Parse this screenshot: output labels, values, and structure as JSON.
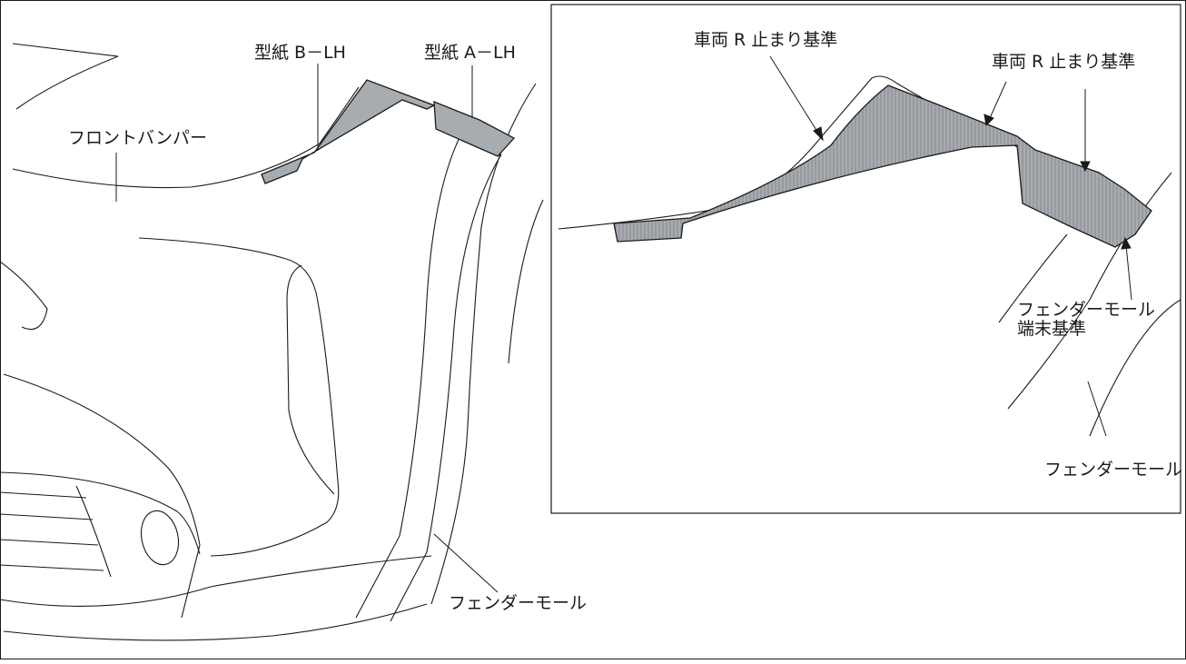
{
  "labels": {
    "front_bumper": "フロントバンパー",
    "template_b": "型紙 B－LH",
    "template_a": "型紙 A－LH",
    "fender_molding_main": "フェンダーモール",
    "vehicle_r_stop_left": "車両 R 止まり基準",
    "vehicle_r_stop_right": "車両 R 止まり基準",
    "fender_end_line1": "フェンダーモール",
    "fender_end_line2": "端末基準",
    "fender_molding_inset": "フェンダーモール"
  },
  "colors": {
    "template_fill": "#a7acb0",
    "line": "#1a1a1a",
    "background": "#ffffff"
  }
}
